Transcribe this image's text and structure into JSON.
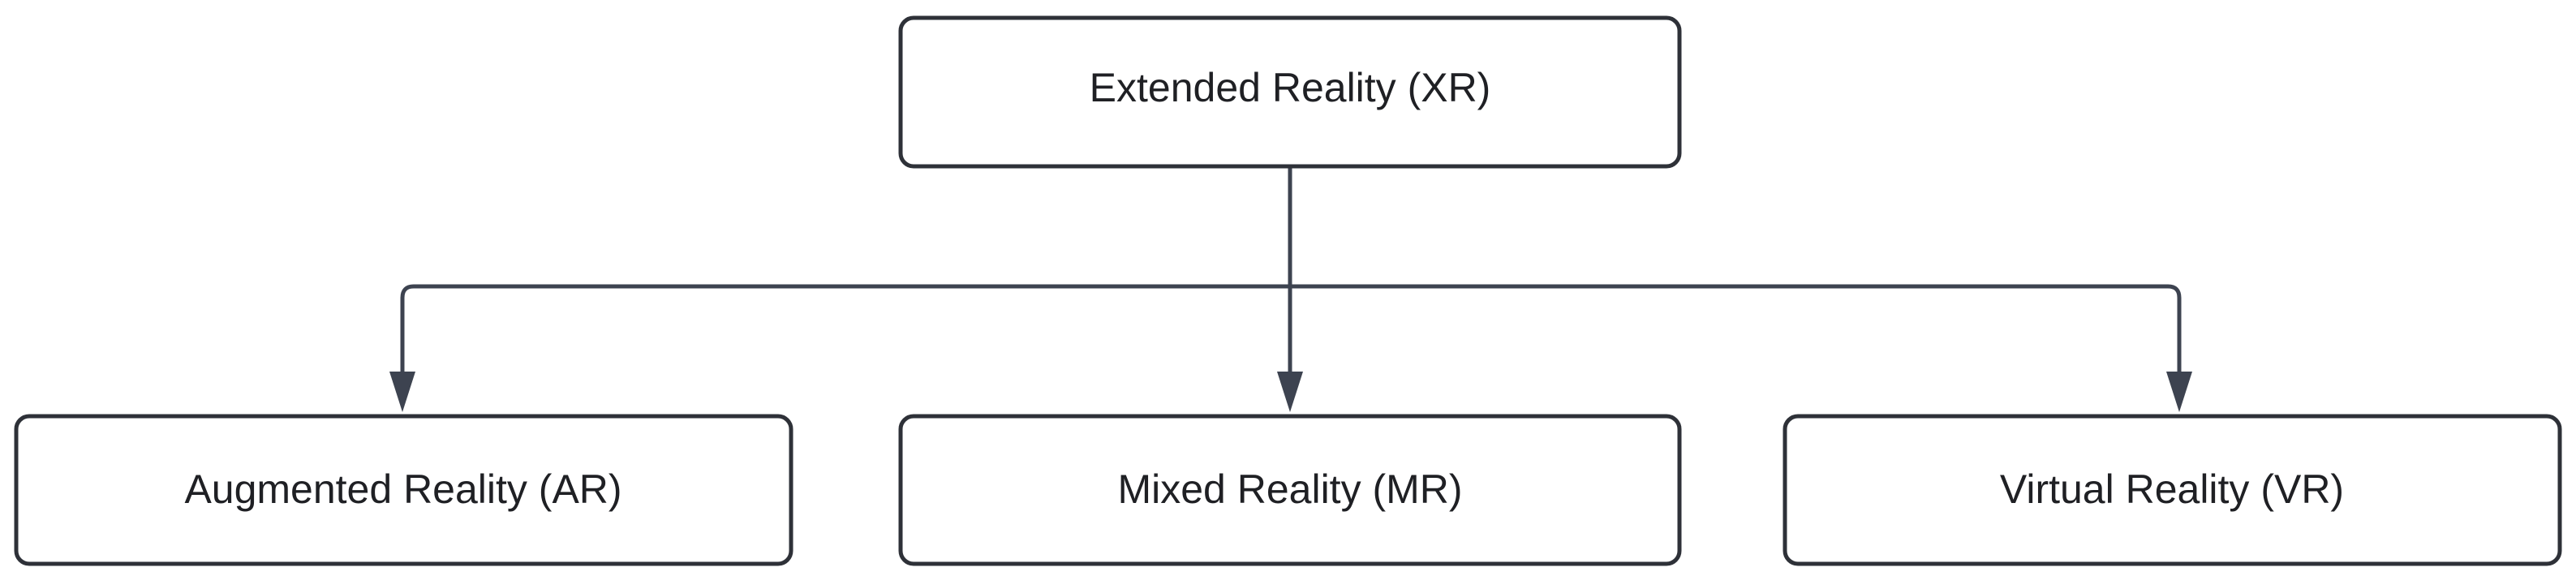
{
  "diagram": {
    "root": {
      "label": "Extended Reality (XR)"
    },
    "children": [
      {
        "id": "ar",
        "label": "Augmented Reality (AR)"
      },
      {
        "id": "mr",
        "label": "Mixed Reality (MR)"
      },
      {
        "id": "vr",
        "label": "Virtual Reality (VR)"
      }
    ],
    "colors": {
      "node_border": "#2e3138",
      "connector": "#3d4350",
      "text": "#1f2024",
      "background": "#ffffff"
    }
  }
}
